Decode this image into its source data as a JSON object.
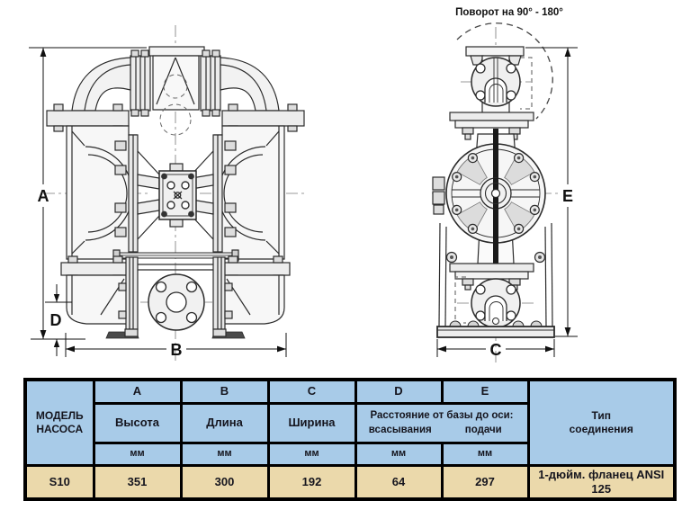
{
  "diagram": {
    "rotation_note": "Поворот на 90° - 180°",
    "dims": {
      "a": "A",
      "b": "B",
      "c": "C",
      "d": "D",
      "e": "E"
    }
  },
  "table": {
    "model_header": "МОДЕЛЬ\nНАСОСА",
    "dim_letters": [
      "A",
      "B",
      "C",
      "D",
      "E"
    ],
    "dim_names": {
      "a": "Высота",
      "b": "Длина",
      "c": "Ширина"
    },
    "de_header": "Расстояние от базы до оси:",
    "de_sub": {
      "d": "всасывания",
      "e": "подачи"
    },
    "unit": "мм",
    "connection_header": "Тип\nсоединения",
    "row": {
      "model": "S10",
      "a": "351",
      "b": "300",
      "c": "192",
      "d": "64",
      "e": "297",
      "connection": "1-дюйм. фланец ANSI 125"
    }
  },
  "colors": {
    "header_bg": "#a8cbe8",
    "row_bg": "#ebd9ab",
    "border": "#000000",
    "text": "#15151e"
  }
}
